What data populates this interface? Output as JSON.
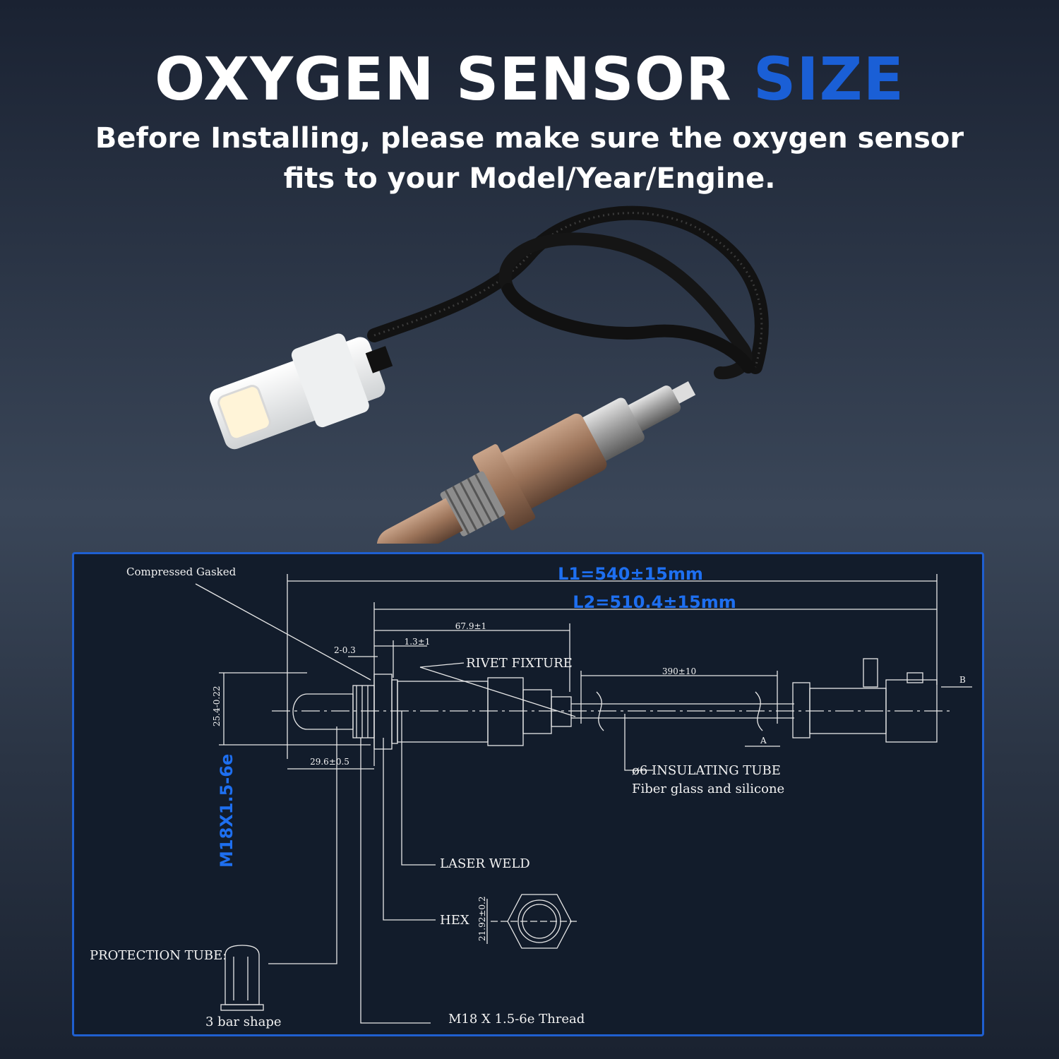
{
  "header": {
    "title_main": "OXYGEN SENSOR",
    "title_accent": "SIZE",
    "subtitle_line1": "Before Installing, please make sure the oxygen sensor",
    "subtitle_line2": "fits to your Model/Year/Engine."
  },
  "colors": {
    "accent_blue": "#1a5fd6",
    "panel_border": "#1f5fd0",
    "panel_bg": "#121c2b"
  },
  "diagram": {
    "compressed_gasket": "Compressed Gasked",
    "l1": "L1=540±15mm",
    "l2": "L2=510.4±15mm",
    "dim_679": "67.9±1",
    "dim_13": "1.3±1",
    "dim_2": "2-0.3",
    "rivet_fixture": "RIVET FIXTURE",
    "dim_390": "390±10",
    "label_b": "B",
    "label_a": "A",
    "dim_254": "25.4-0.22",
    "dim_296": "29.6±0.5",
    "thread_spec": "M18X1.5-6e",
    "insulating_tube": "ø6 INSULATING TUBE",
    "fiber_glass": "Fiber glass and silicone",
    "laser_weld": "LASER WELD",
    "hex": "HEX",
    "dim_2192": "21.92±0.2",
    "protection_tube": "PROTECTION TUBE:",
    "bar_shape": "3 bar shape",
    "thread_label": "M18 X 1.5-6e Thread"
  }
}
